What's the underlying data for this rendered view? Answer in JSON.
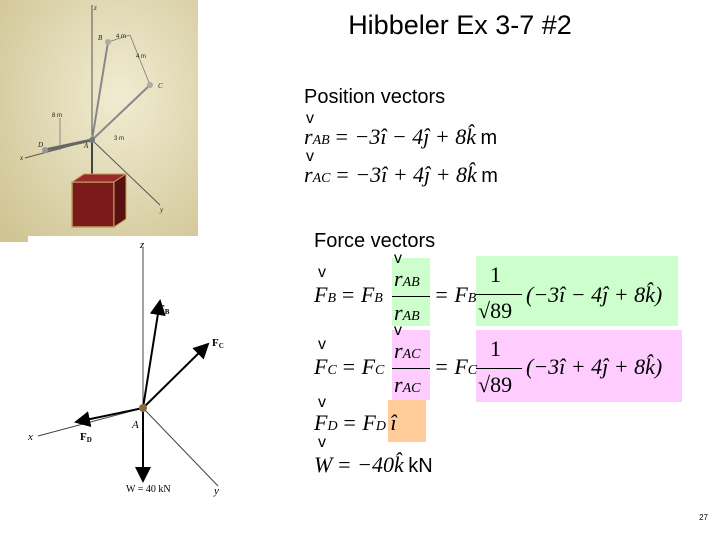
{
  "title": "Hibbeler Ex 3-7 #2",
  "photo": {
    "labels": {
      "z": "z",
      "B": "B",
      "C": "C",
      "A": "A",
      "D": "D",
      "x": "x",
      "y": "y",
      "d4a": "4 m",
      "d4b": "4 m",
      "d8": "8 m",
      "d3": "3 m"
    }
  },
  "fbd": {
    "labels": {
      "z": "z",
      "x": "x",
      "y": "y",
      "A": "A",
      "FB": "F",
      "FBsub": "B",
      "FC": "F",
      "FCsub": "C",
      "FD": "F",
      "FDsub": "D",
      "W": "W = 40 kN"
    }
  },
  "position": {
    "heading": "Position vectors",
    "rab": {
      "lhs": "r",
      "sub": "AB",
      "rhs": "= −3î − 4ĵ + 8k̂",
      "unit": "m"
    },
    "rac": {
      "lhs": "r",
      "sub": "AC",
      "rhs": "= −3î + 4ĵ + 8k̂",
      "unit": "m"
    }
  },
  "force": {
    "heading": "Force vectors",
    "fb": {
      "lhs": "F",
      "sub": "B",
      "eq1": "= F",
      "eq1sub": "B",
      "num": "r",
      "numsub": "AB",
      "den": "r",
      "densub": "AB",
      "eq2": "= F",
      "eq2sub": "B",
      "one": "1",
      "root": "√89",
      "vec": "(−3î − 4ĵ + 8k̂)"
    },
    "fc": {
      "lhs": "F",
      "sub": "C",
      "eq1": "= F",
      "eq1sub": "C",
      "num": "r",
      "numsub": "AC",
      "den": "r",
      "densub": "AC",
      "eq2": "= F",
      "eq2sub": "C",
      "one": "1",
      "root": "√89",
      "vec": "(−3î + 4ĵ + 8k̂)"
    },
    "fd": {
      "lhs": "F",
      "sub": "D",
      "eq": "= F",
      "eqsub": "D",
      "vec": "î"
    },
    "w": {
      "lhs": "W",
      "rhs": "= −40k̂",
      "unit": "kN"
    }
  },
  "vmark": "v",
  "colors": {
    "green": "#ccffcc",
    "pink": "#ffccff",
    "orange": "#ffcc99",
    "photo_bg": "#d8cfa8",
    "box": "#7a1a1a"
  },
  "page_number": "27"
}
